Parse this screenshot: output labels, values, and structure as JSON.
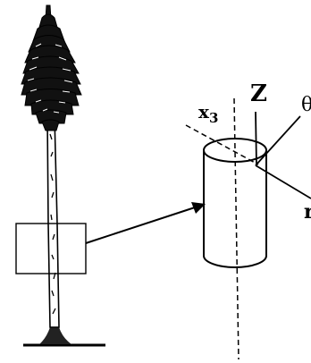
{
  "labels": {
    "z_axis": "Z",
    "theta": "θ",
    "x3": "x",
    "x3_sub": "3",
    "r_axis": "r"
  }
}
